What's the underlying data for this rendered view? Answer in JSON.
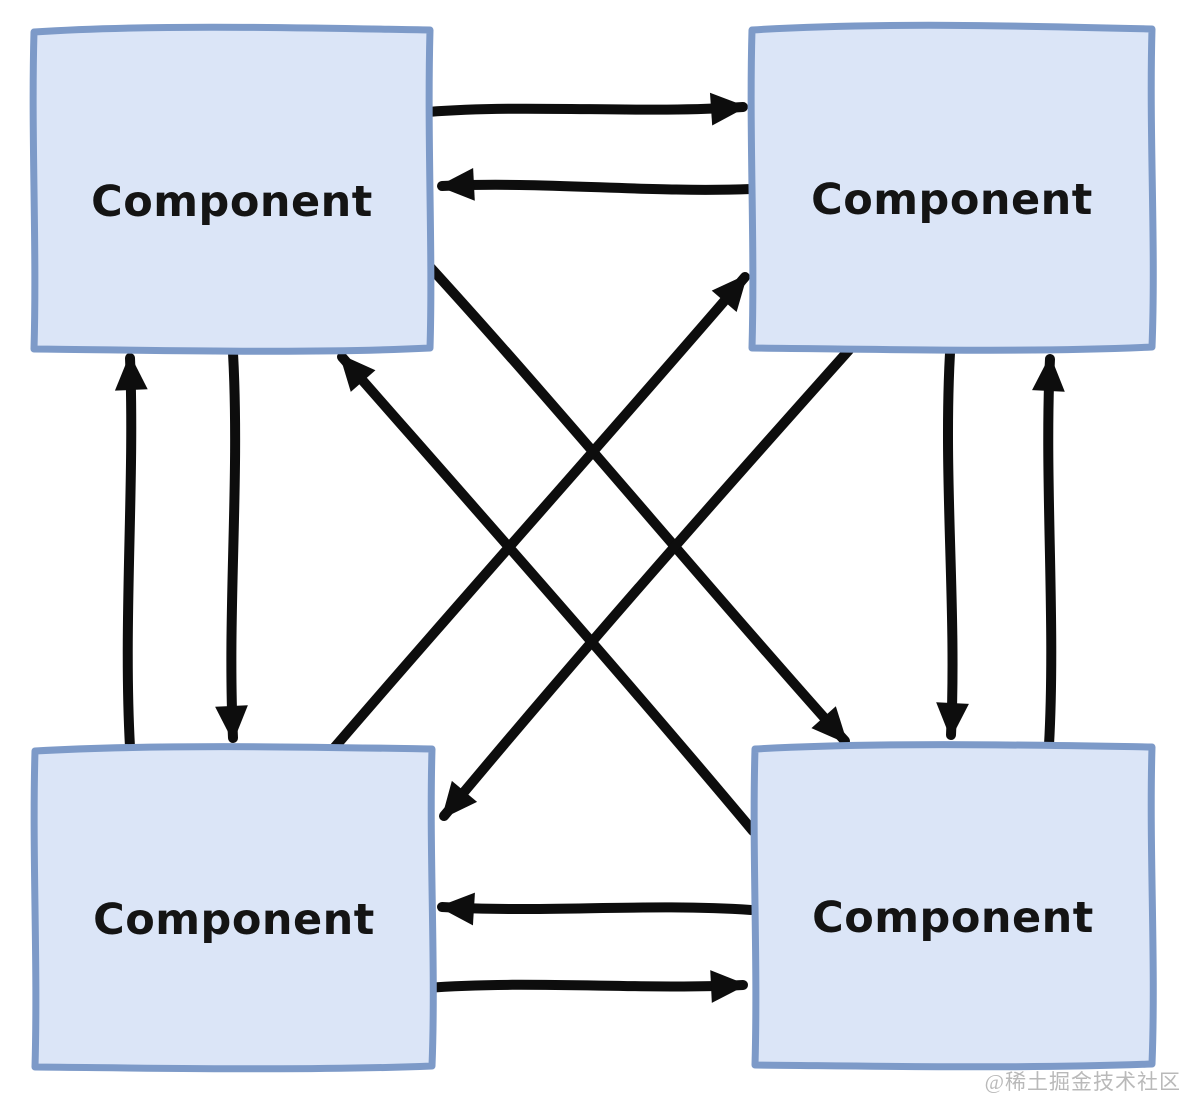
{
  "colors": {
    "background": "#ffffff",
    "node-fill": "#dbe5f7",
    "node-border": "#7d9ac8",
    "arrow": "#0d0d0d",
    "label": "#141414",
    "watermark": "#b9b9b9"
  },
  "diagram": {
    "nodes": [
      {
        "id": "top-left",
        "label": "Component"
      },
      {
        "id": "top-right",
        "label": "Component"
      },
      {
        "id": "bottom-left",
        "label": "Component"
      },
      {
        "id": "bottom-right",
        "label": "Component"
      }
    ],
    "edges": [
      {
        "from": "top-left",
        "to": "top-right"
      },
      {
        "from": "top-right",
        "to": "top-left"
      },
      {
        "from": "bottom-left",
        "to": "top-left"
      },
      {
        "from": "top-left",
        "to": "bottom-left"
      },
      {
        "from": "top-right",
        "to": "bottom-right"
      },
      {
        "from": "bottom-right",
        "to": "top-right"
      },
      {
        "from": "bottom-right",
        "to": "bottom-left"
      },
      {
        "from": "bottom-left",
        "to": "bottom-right"
      },
      {
        "from": "top-left",
        "to": "bottom-right"
      },
      {
        "from": "bottom-right",
        "to": "top-left"
      },
      {
        "from": "bottom-left",
        "to": "top-right"
      },
      {
        "from": "top-right",
        "to": "bottom-left"
      }
    ]
  },
  "watermark": {
    "text": "@稀土掘金技术社区"
  }
}
